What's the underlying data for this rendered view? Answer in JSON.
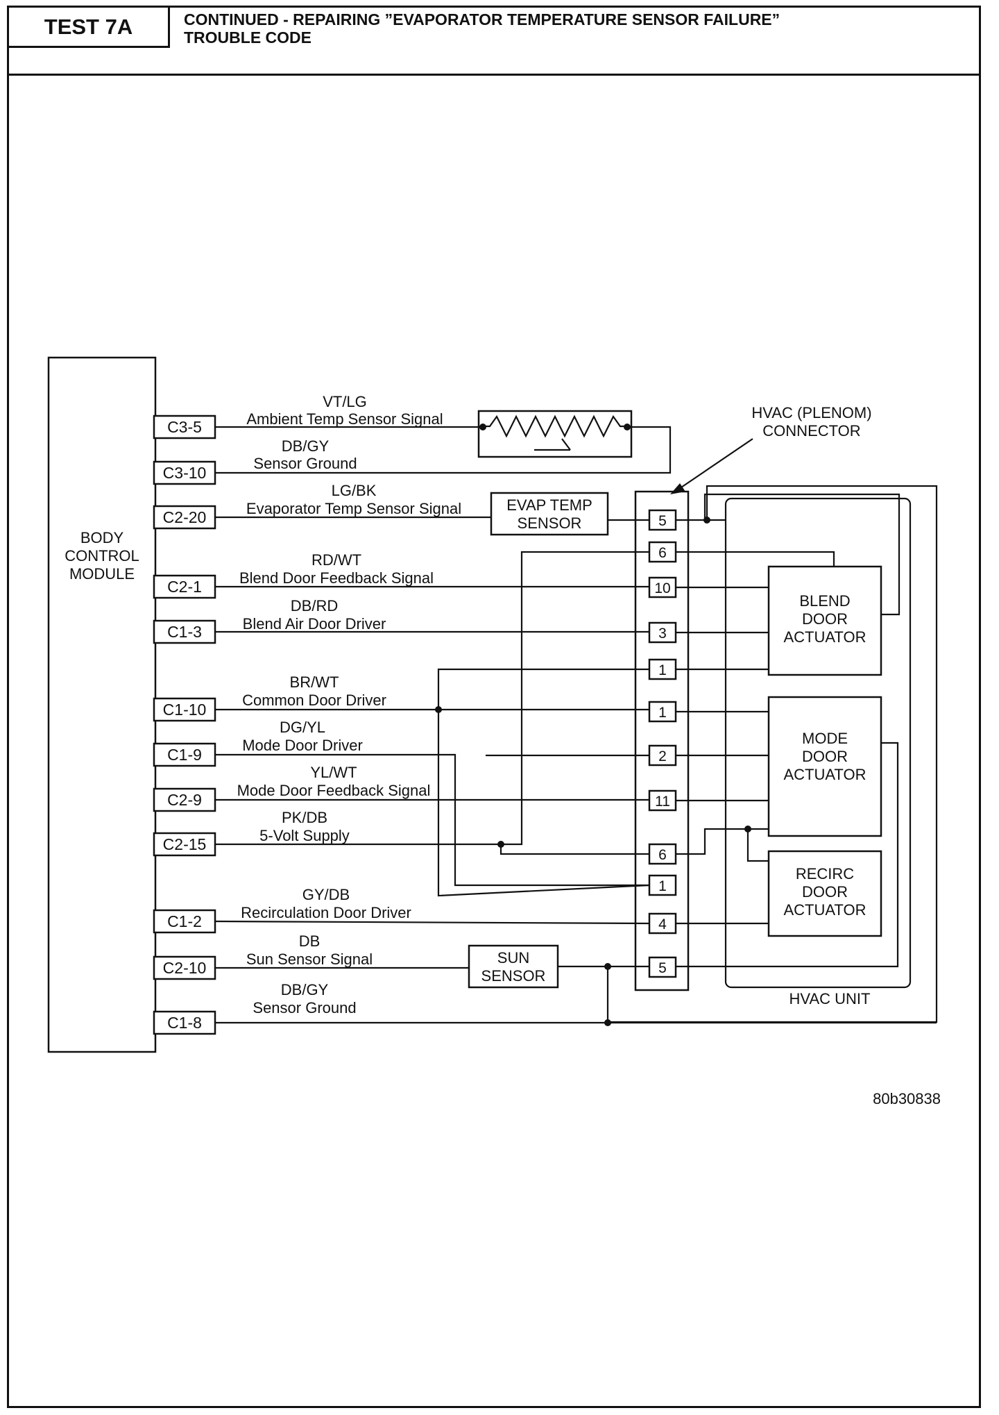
{
  "header": {
    "test_label": "TEST 7A",
    "title_line1": "CONTINUED - REPAIRING ”EVAPORATOR TEMPERATURE SENSOR FAILURE”",
    "title_line2": "TROUBLE CODE"
  },
  "diagram": {
    "bcm_label": [
      "BODY",
      "CONTROL",
      "MODULE"
    ],
    "pins": [
      "C3-5",
      "C3-10",
      "C2-20",
      "C2-1",
      "C1-3",
      "C1-10",
      "C1-9",
      "C2-9",
      "C2-15",
      "C1-2",
      "C2-10",
      "C1-8"
    ],
    "wires": [
      {
        "color": "VT/LG",
        "name": "Ambient Temp Sensor Signal"
      },
      {
        "color": "DB/GY",
        "name": "Sensor Ground"
      },
      {
        "color": "LG/BK",
        "name": "Evaporator Temp Sensor Signal"
      },
      {
        "color": "RD/WT",
        "name": "Blend Door Feedback Signal"
      },
      {
        "color": "DB/RD",
        "name": "Blend Air Door Driver"
      },
      {
        "color": "BR/WT",
        "name": "Common Door Driver"
      },
      {
        "color": "DG/YL",
        "name": "Mode Door Driver"
      },
      {
        "color": "YL/WT",
        "name": "Mode Door Feedback Signal"
      },
      {
        "color": "PK/DB",
        "name": "5-Volt Supply"
      },
      {
        "color": "GY/DB",
        "name": "Recirculation Door Driver"
      },
      {
        "color": "DB",
        "name": "Sun Sensor Signal"
      },
      {
        "color": "DB/GY",
        "name": "Sensor Ground"
      }
    ],
    "evap_sensor": [
      "EVAP TEMP",
      "SENSOR"
    ],
    "sun_sensor": [
      "SUN",
      "SENSOR"
    ],
    "connector_label": [
      "HVAC (PLENOM)",
      "CONNECTOR"
    ],
    "cavities": [
      "5",
      "6",
      "10",
      "3",
      "1",
      "1",
      "2",
      "11",
      "6",
      "1",
      "4",
      "5"
    ],
    "blend_actuator": [
      "BLEND",
      "DOOR",
      "ACTUATOR"
    ],
    "mode_actuator": [
      "MODE",
      "DOOR",
      "ACTUATOR"
    ],
    "recirc_actuator": [
      "RECIRC",
      "DOOR",
      "ACTUATOR"
    ],
    "hvac_unit": "HVAC UNIT",
    "figure_id": "80b30838"
  }
}
